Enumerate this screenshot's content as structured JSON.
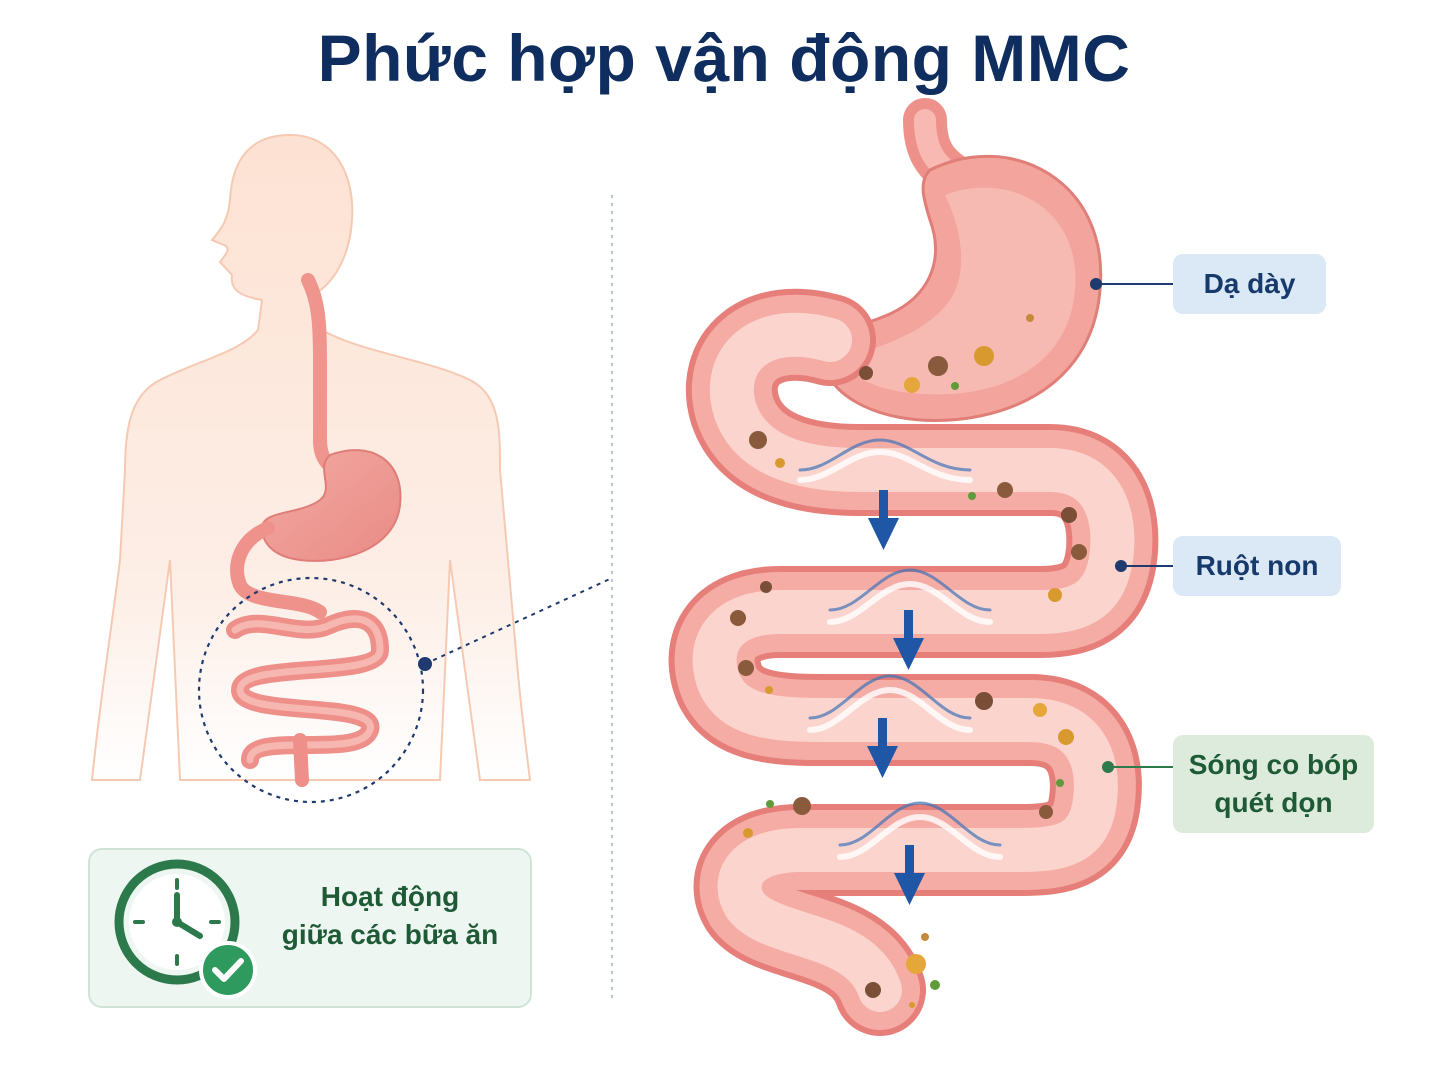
{
  "title": "Phức hợp vận động MMC",
  "labels": {
    "stomach": "Dạ dày",
    "small_intestine": "Ruột non",
    "wave_line1": "Sóng co bóp",
    "wave_line2": "quét dọn"
  },
  "meal_box": {
    "line1": "Hoạt động",
    "line2": "giữa các bữa ăn"
  },
  "icons": {
    "clock": "clock-icon",
    "check": "check-icon",
    "arrow": "arrow-down-icon"
  },
  "colors": {
    "title": "#0f2d5e",
    "organ": "#f2a09a",
    "arrow": "#1f56a6",
    "check": "#2f9a5e",
    "body": "#fde3d6"
  }
}
